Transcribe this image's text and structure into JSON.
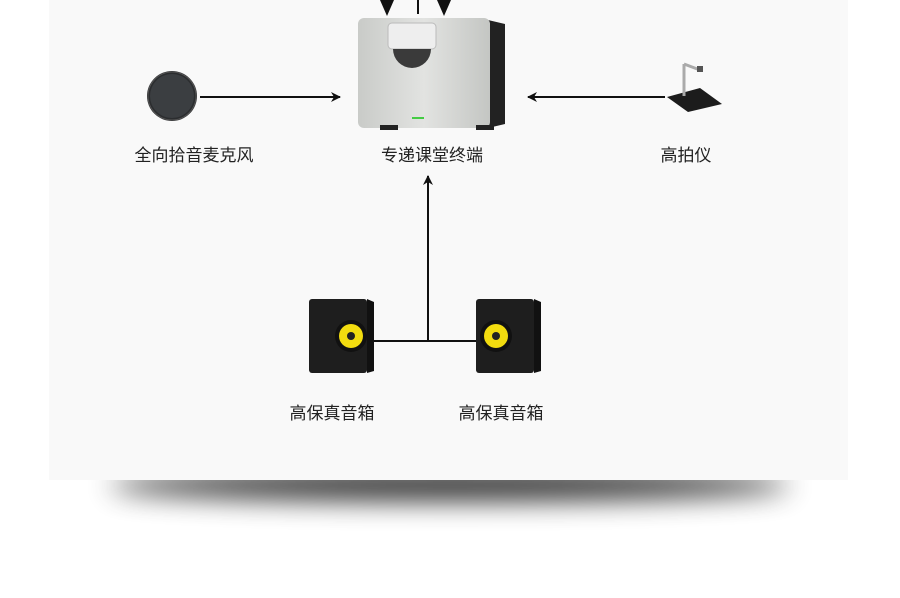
{
  "devices": {
    "microphone": "全向拾音麦克风",
    "terminal": "专递课堂终端",
    "document_camera": "高拍仪",
    "speaker_left": "高保真音箱",
    "speaker_right": "高保真音箱"
  }
}
